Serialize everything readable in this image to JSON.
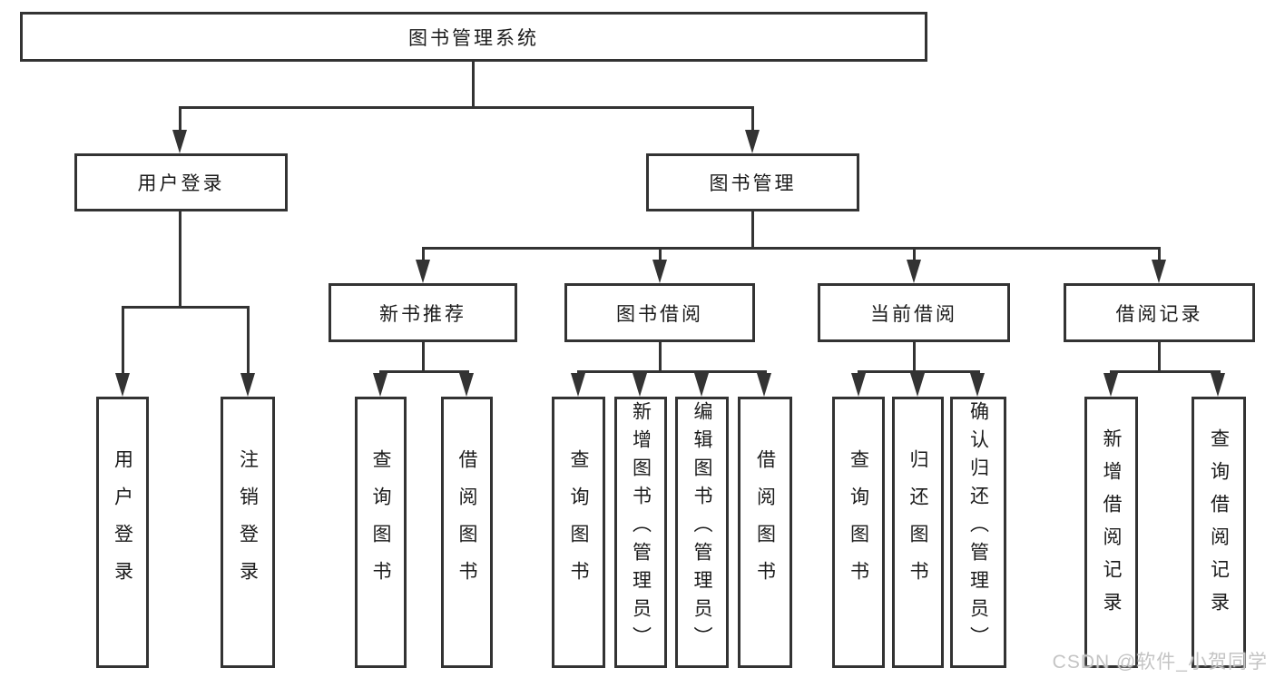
{
  "root": {
    "label": "图书管理系统",
    "children": [
      {
        "label": "用户登录",
        "children": [
          {
            "label": "用户登录"
          },
          {
            "label": "注销登录"
          }
        ]
      },
      {
        "label": "图书管理",
        "children": [
          {
            "label": "新书推荐",
            "children": [
              {
                "label": "查询图书"
              },
              {
                "label": "借阅图书"
              }
            ]
          },
          {
            "label": "图书借阅",
            "children": [
              {
                "label": "查询图书"
              },
              {
                "label": "新增图书（管理员）"
              },
              {
                "label": "编辑图书（管理员）"
              },
              {
                "label": "借阅图书"
              }
            ]
          },
          {
            "label": "当前借阅",
            "children": [
              {
                "label": "查询图书"
              },
              {
                "label": "归还图书"
              },
              {
                "label": "确认归还（管理员）"
              }
            ]
          },
          {
            "label": "借阅记录",
            "children": [
              {
                "label": "新增借阅记录"
              },
              {
                "label": "查询借阅记录"
              }
            ]
          }
        ]
      }
    ]
  },
  "watermark": {
    "text": "CSDN @软件_小贺同学"
  },
  "colors": {
    "line": "#333333",
    "box_border": "#333333",
    "box_fill": "#ffffff",
    "text": "#1b1b1b",
    "watermark": "#c4c4c4",
    "background": "#ffffff"
  }
}
